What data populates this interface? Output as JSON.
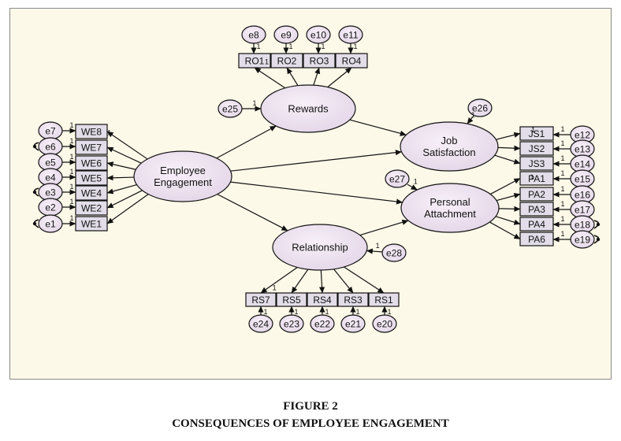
{
  "figure": {
    "number_label": "FIGURE 2",
    "title": "CONSEQUENCES OF EMPLOYEE ENGAGEMENT"
  },
  "colors": {
    "background": "#fdf9e8",
    "latent_fill": "#ece2f0",
    "observed_fill": "#e2dde8",
    "stroke": "#111111"
  },
  "latents": [
    {
      "id": "EE",
      "lines": [
        "Employee",
        "Engagement"
      ]
    },
    {
      "id": "RW",
      "lines": [
        "Rewards"
      ]
    },
    {
      "id": "RL",
      "lines": [
        "Relationship"
      ]
    },
    {
      "id": "JS",
      "lines": [
        "Job",
        "Satisfaction"
      ]
    },
    {
      "id": "PA",
      "lines": [
        "Personal",
        "Attachment"
      ]
    }
  ],
  "observed": [
    {
      "id": "WE8",
      "factor": "EE",
      "error": "e7"
    },
    {
      "id": "WE7",
      "factor": "EE",
      "error": "e6"
    },
    {
      "id": "WE6",
      "factor": "EE",
      "error": "e5"
    },
    {
      "id": "WE5",
      "factor": "EE",
      "error": "e4"
    },
    {
      "id": "WE4",
      "factor": "EE",
      "error": "e3"
    },
    {
      "id": "WE2",
      "factor": "EE",
      "error": "e2"
    },
    {
      "id": "WE1",
      "factor": "EE",
      "error": "e1"
    },
    {
      "id": "RO1",
      "factor": "RW",
      "error": "e8"
    },
    {
      "id": "RO2",
      "factor": "RW",
      "error": "e9"
    },
    {
      "id": "RO3",
      "factor": "RW",
      "error": "e10"
    },
    {
      "id": "RO4",
      "factor": "RW",
      "error": "e11"
    },
    {
      "id": "RS7",
      "factor": "RL",
      "error": "e24"
    },
    {
      "id": "RS5",
      "factor": "RL",
      "error": "e23"
    },
    {
      "id": "RS4",
      "factor": "RL",
      "error": "e22"
    },
    {
      "id": "RS3",
      "factor": "RL",
      "error": "e21"
    },
    {
      "id": "RS1",
      "factor": "RL",
      "error": "e20"
    },
    {
      "id": "JS1",
      "factor": "JS",
      "error": "e12"
    },
    {
      "id": "JS2",
      "factor": "JS",
      "error": "e13"
    },
    {
      "id": "JS3",
      "factor": "JS",
      "error": "e14"
    },
    {
      "id": "PA1",
      "factor": "PA",
      "error": "e15"
    },
    {
      "id": "PA2",
      "factor": "PA",
      "error": "e16"
    },
    {
      "id": "PA3",
      "factor": "PA",
      "error": "e17"
    },
    {
      "id": "PA4",
      "factor": "PA",
      "error": "e18"
    },
    {
      "id": "PA6",
      "factor": "PA",
      "error": "e19"
    }
  ],
  "disturbances": [
    {
      "id": "e25",
      "target": "RW"
    },
    {
      "id": "e26",
      "target": "JS"
    },
    {
      "id": "e27",
      "target": "PA"
    },
    {
      "id": "e28",
      "target": "RL"
    }
  ],
  "structural_paths": [
    {
      "from": "EE",
      "to": "RW"
    },
    {
      "from": "EE",
      "to": "RL"
    },
    {
      "from": "EE",
      "to": "JS"
    },
    {
      "from": "EE",
      "to": "PA"
    },
    {
      "from": "RW",
      "to": "JS"
    },
    {
      "from": "RL",
      "to": "PA"
    }
  ],
  "fixed_loading_label": "1"
}
